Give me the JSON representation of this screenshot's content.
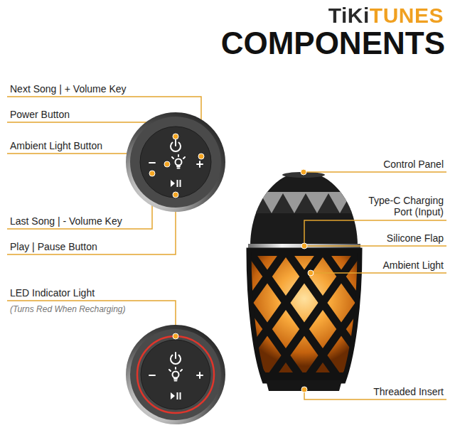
{
  "diagram": {
    "title": "COMPONENTS",
    "labels": [
      "TiKiTUNES",
      "Next Song | + Volume Key",
      "Power Button",
      "Ambient Light Button",
      "Last Song | - Volume Key",
      "Play | Pause Button",
      "LED Indicator Light",
      "(Turns Red When Recharging)",
      "Control Panel",
      "Type-C Charging Port (Input)",
      "Silicone Flap",
      "Ambient Light",
      "Threaded Insert"
    ]
  }
}
